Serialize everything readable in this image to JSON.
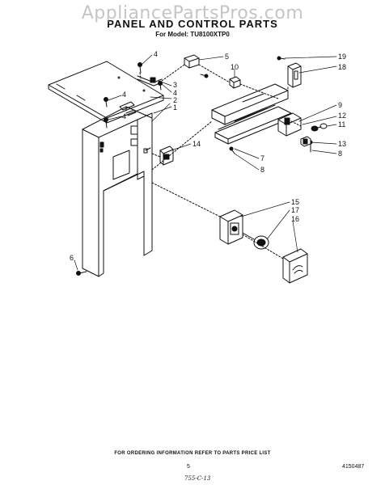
{
  "watermark": "AppliancePartsPros.com",
  "title": "PANEL AND CONTROL PARTS",
  "subtitle": "For Model: TU8100XTP0",
  "callouts": {
    "c1": "1",
    "c2": "2",
    "c3": "3",
    "c4a": "4",
    "c4b": "4",
    "c4c": "4",
    "c4d": "4",
    "c5": "5",
    "c6": "6",
    "c7": "7",
    "c8a": "8",
    "c8b": "8",
    "c9": "9",
    "c10": "10",
    "c11": "11",
    "c12": "12",
    "c13": "13",
    "c14": "14",
    "c15": "15",
    "c16": "16",
    "c17": "17",
    "c18": "18",
    "c19": "19"
  },
  "footer": {
    "ordering_note": "FOR ORDERING INFORMATION REFER TO PARTS PRICE LIST",
    "page_number": "5",
    "part_number": "4150487",
    "handwritten": "755-C-13"
  }
}
